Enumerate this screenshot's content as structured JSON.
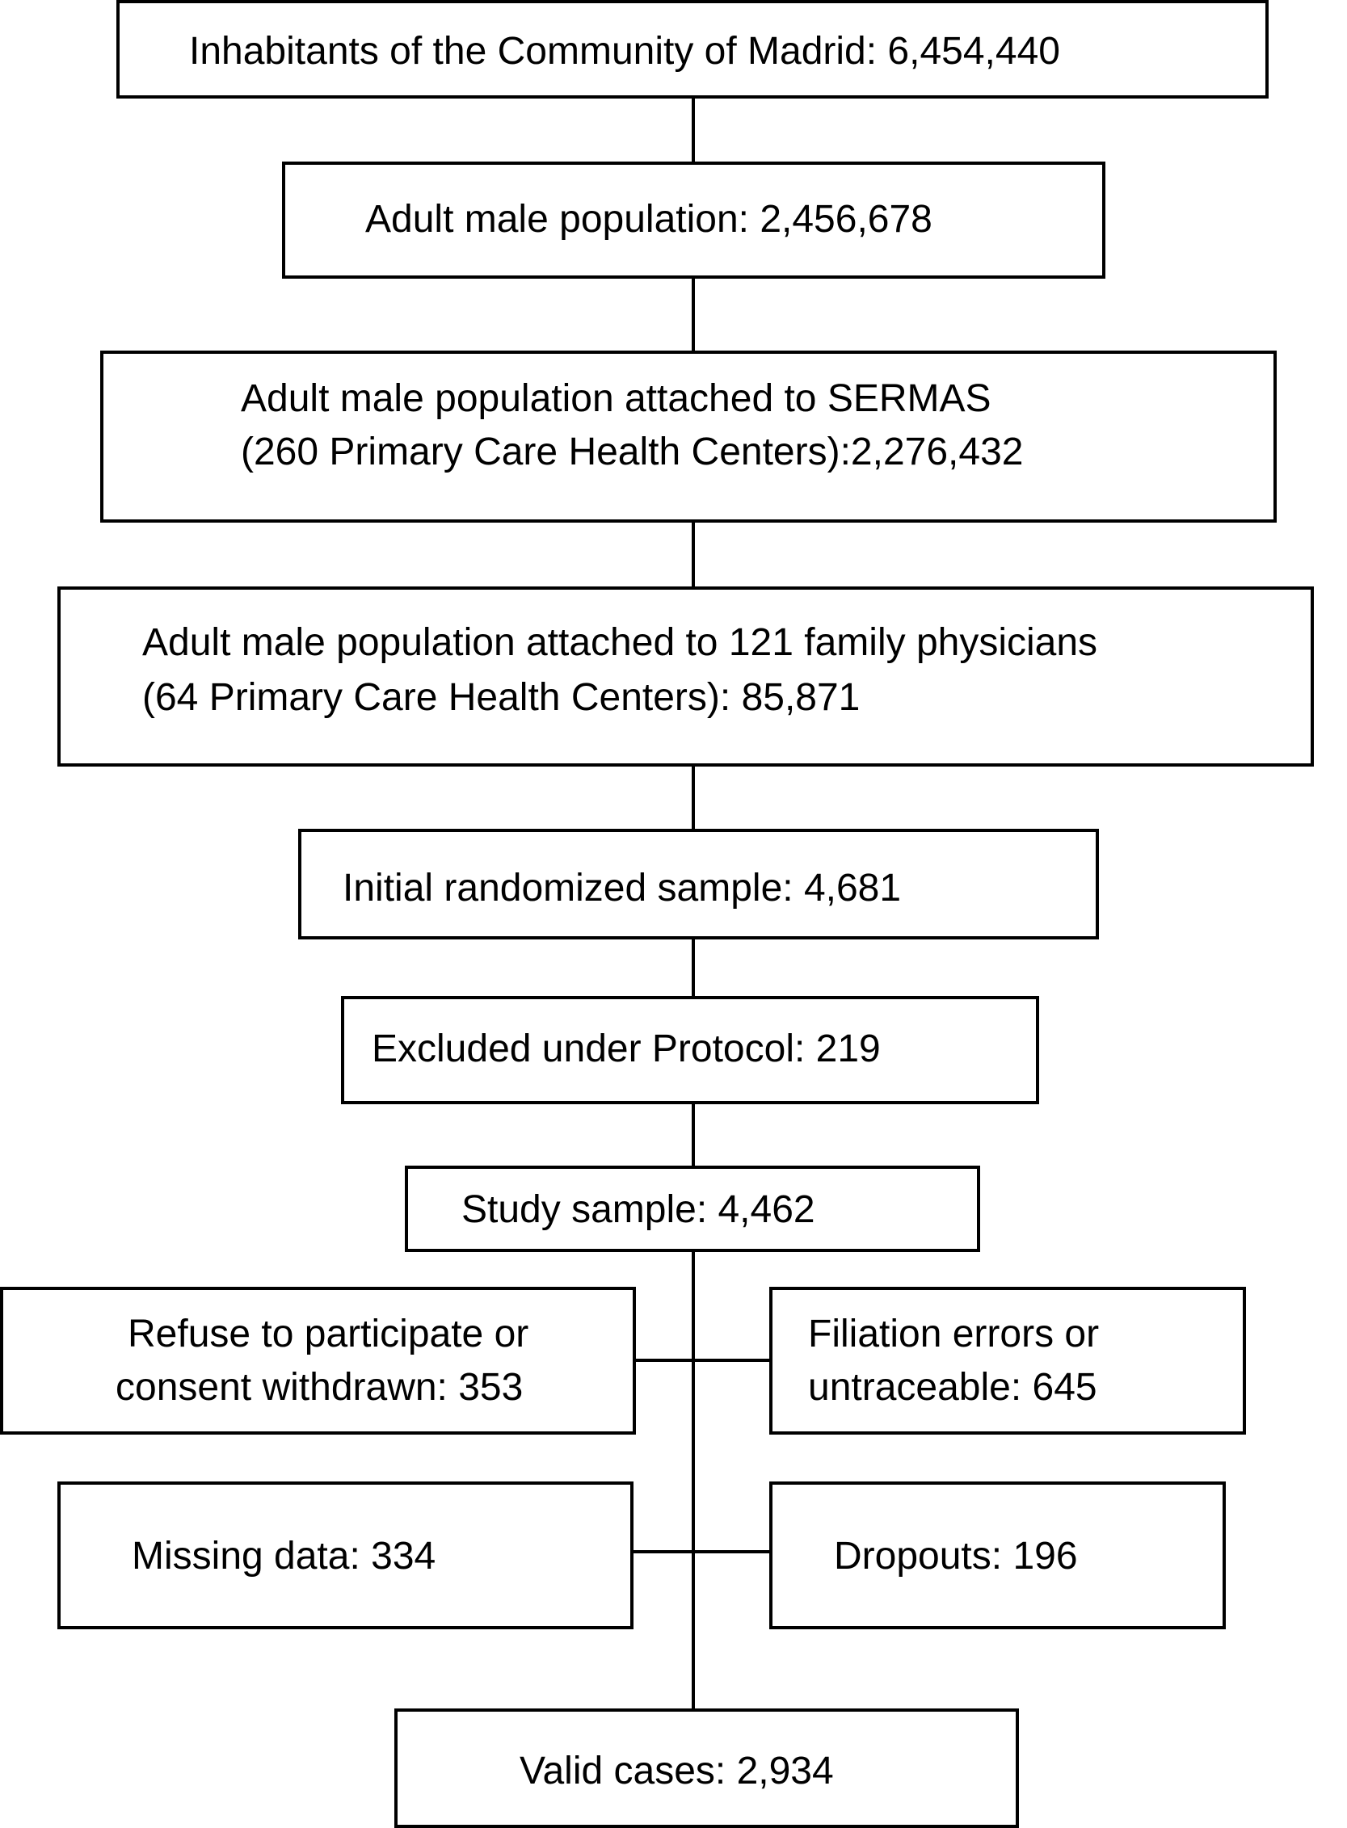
{
  "boxes": {
    "inhabitants": "Inhabitants of the Community of Madrid: 6,454,440",
    "adult_male": "Adult male population: 2,456,678",
    "sermas": {
      "line1": "Adult male population attached to SERMAS",
      "line2": "(260 Primary Care Health Centers):2,276,432"
    },
    "physicians": {
      "line1": "Adult male population attached to 121 family physicians",
      "line2": "(64 Primary Care Health Centers): 85,871"
    },
    "randomized": "Initial randomized sample: 4,681",
    "excluded": "Excluded under Protocol: 219",
    "study": "Study sample: 4,462",
    "refuse": {
      "line1": "Refuse to participate or",
      "line2": "consent withdrawn: 353"
    },
    "filiation": {
      "line1": "Filiation errors or",
      "line2": "untraceable: 645"
    },
    "missing": "Missing data: 334",
    "dropouts": "Dropouts: 196",
    "valid": "Valid cases: 2,934"
  }
}
